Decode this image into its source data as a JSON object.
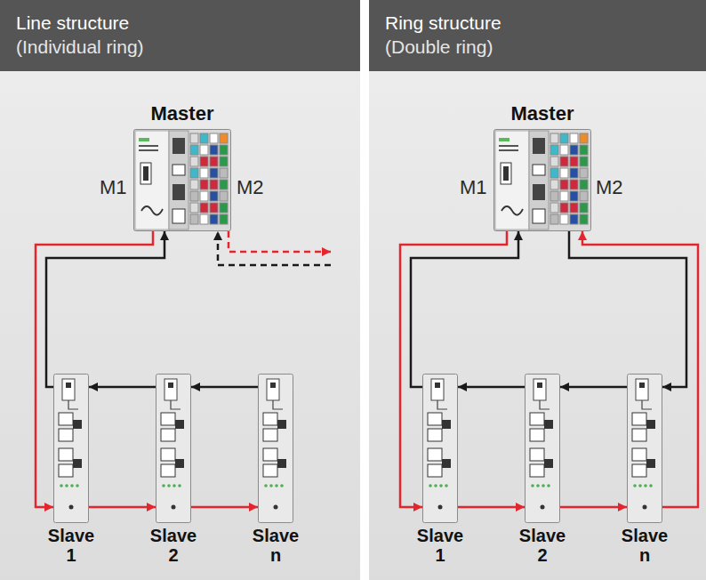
{
  "diagram": {
    "nodes": [
      {
        "text": [
          "Line structure",
          "(Individual ring)"
        ]
      },
      {
        "text": [
          "Master"
        ],
        "in": 0
      },
      {
        "text": [
          "Slave 1"
        ],
        "in": 0
      },
      {
        "text": [
          "Slave 2"
        ],
        "in": 0
      },
      {
        "text": [
          "Slave n"
        ],
        "in": 0
      },
      {
        "text": [
          "Ring structure",
          "(Double ring)"
        ]
      },
      {
        "text": [
          "Master"
        ],
        "in": 5
      },
      {
        "text": [
          "Slave 1"
        ],
        "in": 5
      },
      {
        "text": [
          "Slave 2"
        ],
        "in": 5
      },
      {
        "text": [
          "Slave n"
        ],
        "in": 5
      }
    ],
    "edges": [
      {
        "from": 1,
        "to": 2,
        "arrow": "to"
      },
      {
        "from": 2,
        "to": 3,
        "arrow": "to"
      },
      {
        "from": 3,
        "to": 4,
        "arrow": "to"
      },
      {
        "from": 4,
        "to": 3,
        "arrow": "to"
      },
      {
        "from": 3,
        "to": 2,
        "arrow": "to"
      },
      {
        "from": 2,
        "to": 1,
        "arrow": "to"
      },
      {
        "from": 6,
        "to": 7,
        "arrow": "to"
      },
      {
        "from": 7,
        "to": 8,
        "arrow": "to"
      },
      {
        "from": 8,
        "to": 9,
        "arrow": "to"
      },
      {
        "from": 9,
        "to": 6,
        "arrow": "to"
      },
      {
        "from": 6,
        "to": 9,
        "arrow": "to"
      },
      {
        "from": 9,
        "to": 8,
        "arrow": "to"
      },
      {
        "from": 8,
        "to": 7,
        "arrow": "to"
      },
      {
        "from": 7,
        "to": 6,
        "arrow": "to"
      }
    ],
    "labels": [
      "M1",
      "M2",
      "M1",
      "M2"
    ]
  }
}
